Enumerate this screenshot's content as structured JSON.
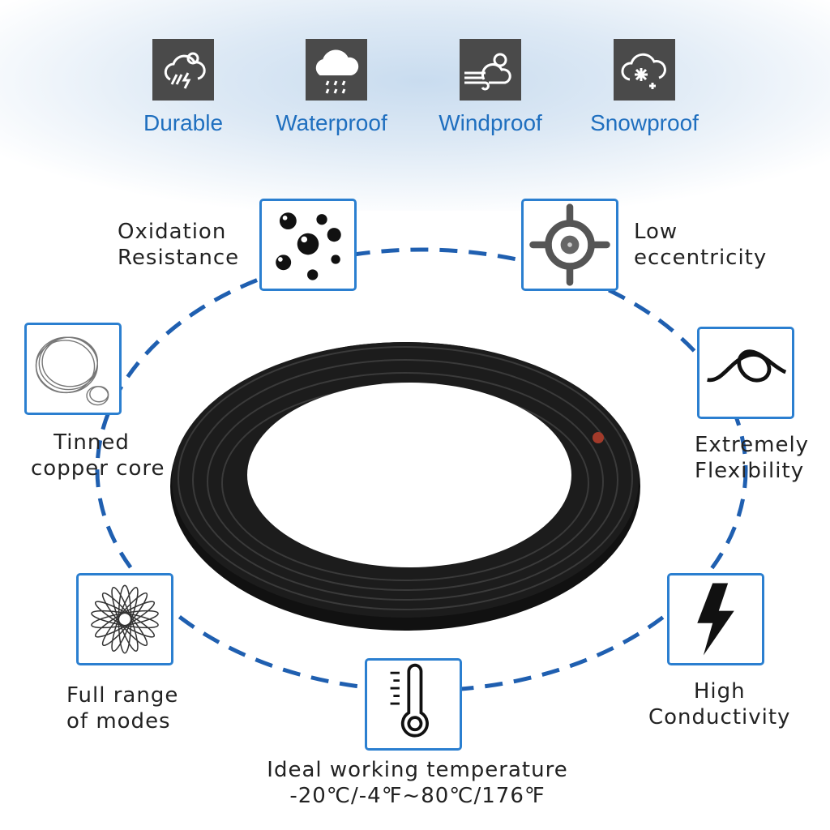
{
  "top_features": [
    {
      "label": "Durable",
      "icon": "cloud-lightning-sun-icon"
    },
    {
      "label": "Waterproof",
      "icon": "cloud-rain-icon"
    },
    {
      "label": "Windproof",
      "icon": "cloud-wind-sun-icon"
    },
    {
      "label": "Snowproof",
      "icon": "cloud-snow-icon"
    }
  ],
  "features": {
    "oxidation": {
      "line1": "Oxidation",
      "line2": "Resistance"
    },
    "eccentricity": {
      "line1": "Low",
      "line2": "eccentricity"
    },
    "tinned": {
      "line1": "Tinned",
      "line2": "copper core"
    },
    "flexibility": {
      "line1": "Extremely",
      "line2": "Flexibility"
    },
    "modes": {
      "line1": "Full range",
      "line2": "of modes"
    },
    "conductivity": {
      "line1": "High",
      "line2": "Conductivity"
    },
    "temperature": {
      "line1": "Ideal working temperature",
      "line2": "-20℃/-4℉~80℃/176℉"
    }
  },
  "colors": {
    "accent": "#2b7fd0",
    "label_blue": "#1f6fbf",
    "icon_bg": "#4a4a4a"
  }
}
